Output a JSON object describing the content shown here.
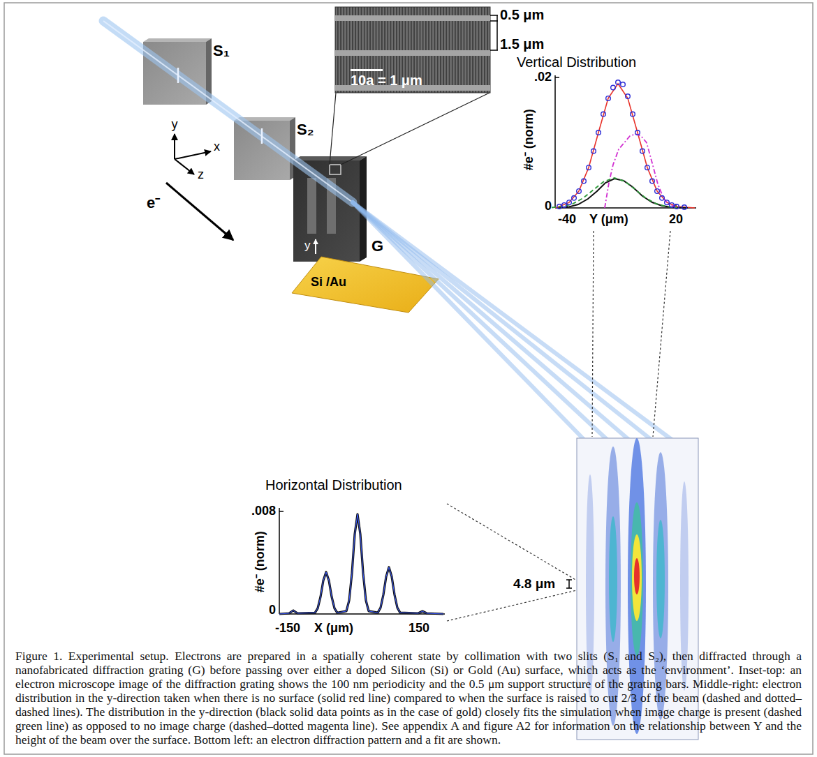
{
  "diagram": {
    "caption": "Figure 1. Experimental setup. Electrons are prepared in a spatially coherent state by collimation with two slits (S₁ and S₂), then diffracted through a nanofabricated diffraction grating (G) before passing over either a doped Silicon (Si) or Gold (Au) surface, which acts as the ‘environment’. Inset-top: an electron microscope image of the diffraction grating shows the 100 nm periodicity and the 0.5 μm support structure of the grating bars. Middle-right: electron distribution in the y-direction taken when there is no surface (solid red line) compared to when the surface is raised to cut 2/3 of the beam (dashed and dotted–dashed lines). The distribution in the y-direction (black solid data points as in the case of gold) closely fits the simulation when image charge is present (dashed green line) as opposed to no image charge (dashed–dotted magenta line). See appendix A and figure A2 for information on the relationship between Y and the height of the beam over the surface. Bottom left: an electron diffraction pattern and a fit are shown.",
    "nodes": [
      {
        "text": [
          "S₁"
        ]
      },
      {
        "text": [
          "S₂"
        ]
      },
      {
        "text": [
          "G"
        ]
      },
      {
        "text": [
          "Si /Au"
        ]
      }
    ],
    "labels": [
      "0.5 μm",
      "1.5 μm",
      "10a = 1 μm",
      "y",
      "x",
      "z",
      "e⁻",
      "y",
      "Vertical Distribution",
      ".02",
      "0",
      "-40",
      "Y (μm)",
      "20",
      "#e⁻ (norm)",
      "Horizontal Distribution",
      ".008",
      "0",
      "-150",
      "X (μm)",
      "150",
      "#e⁻ (norm)",
      "4.8 μm"
    ]
  }
}
